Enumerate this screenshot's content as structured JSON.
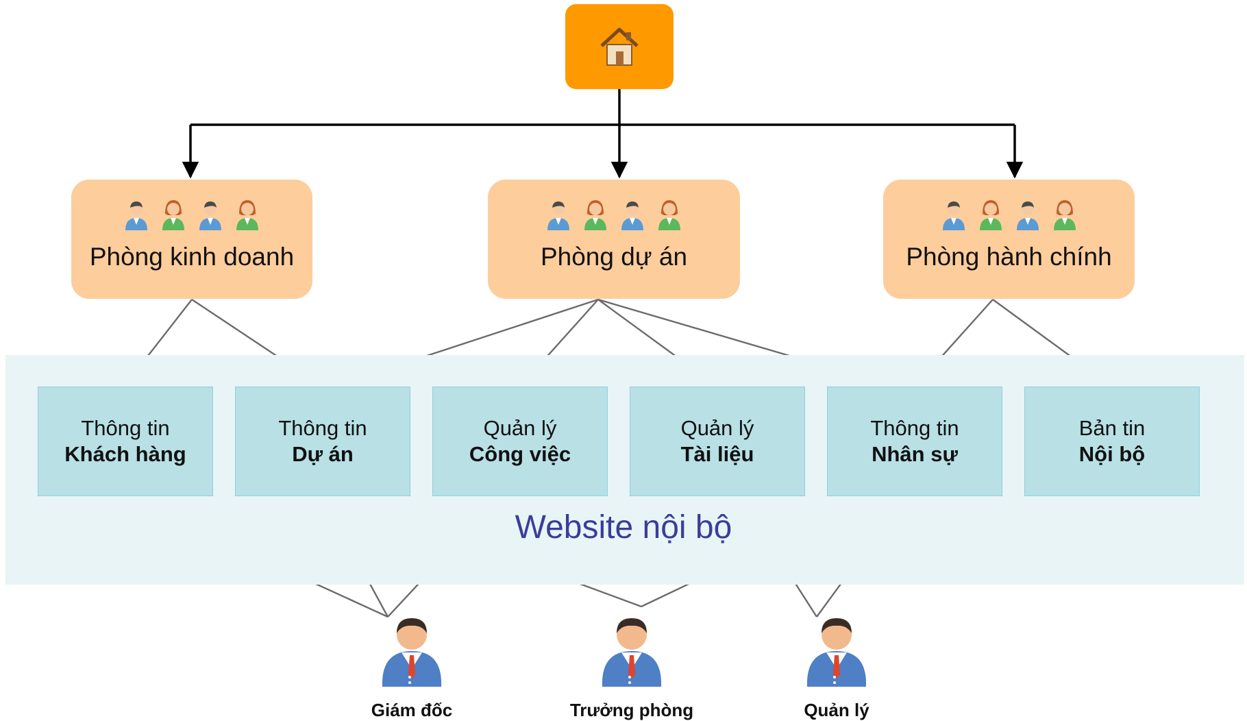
{
  "home": {
    "icon": "house-icon"
  },
  "departments": [
    {
      "name": "Phòng kinh doanh",
      "icon": "people-group-icon"
    },
    {
      "name": "Phòng dự án",
      "icon": "people-group-icon"
    },
    {
      "name": "Phòng hành chính",
      "icon": "people-group-icon"
    }
  ],
  "website_label": "Website nội bộ",
  "modules": [
    {
      "line1": "Thông tin",
      "line2": "Khách hàng"
    },
    {
      "line1": "Thông tin",
      "line2": "Dự án"
    },
    {
      "line1": "Quản lý",
      "line2": "Công việc"
    },
    {
      "line1": "Quản lý",
      "line2": "Tài liệu"
    },
    {
      "line1": "Thông tin",
      "line2": "Nhân sự"
    },
    {
      "line1": "Bản tin",
      "line2": "Nội bộ"
    }
  ],
  "roles": [
    {
      "name": "Giám đốc",
      "icon": "businessman-icon"
    },
    {
      "name": "Trưởng phòng",
      "icon": "businessman-icon"
    },
    {
      "name": "Quản lý",
      "icon": "businessman-icon"
    }
  ],
  "colors": {
    "home": "#ff9900",
    "department": "#fdcd9c",
    "module": "#b8e0e5",
    "band": "#e9f4f6",
    "website_label": "#3b3d9a"
  }
}
